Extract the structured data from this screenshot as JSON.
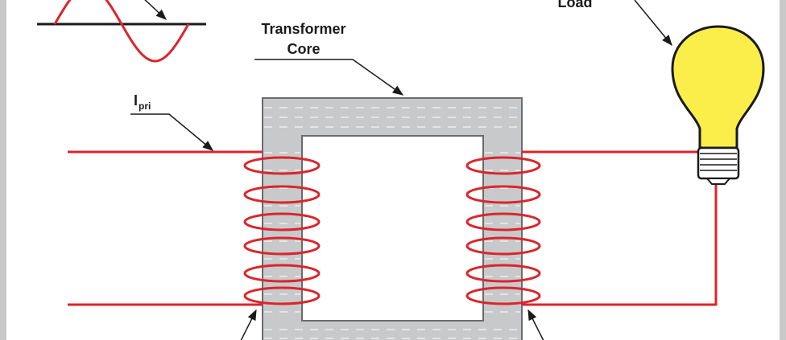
{
  "labels": {
    "core_line1": "Transformer",
    "core_line2": "Core",
    "load": "Load",
    "ipri_main": "I",
    "ipri_sub": "pri"
  },
  "colors": {
    "wire": "#d9262c",
    "core_fill": "#c8c9cb",
    "core_stroke": "#6b6b6b",
    "bulb_fill": "#fbee4a",
    "frame": "#c9c9c9",
    "ink": "#1a1a1a"
  },
  "coils": {
    "primary_turns": 6,
    "secondary_turns": 6
  },
  "icons": {
    "source": "sine-wave-icon",
    "load": "light-bulb-icon"
  }
}
